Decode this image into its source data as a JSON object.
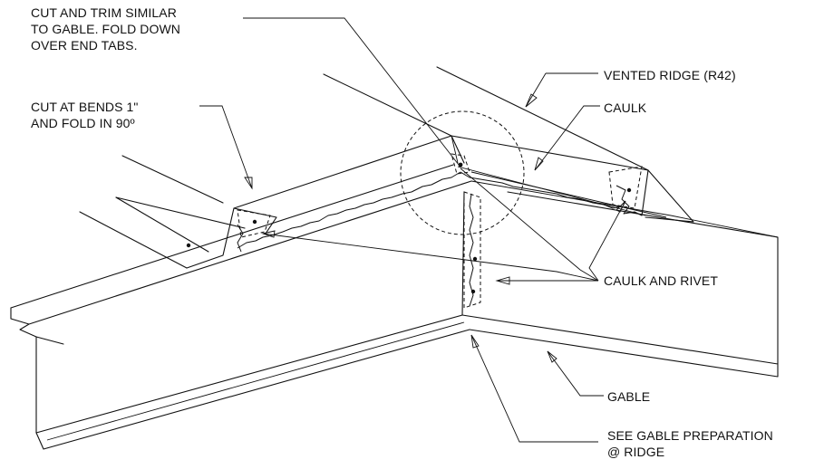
{
  "labels": {
    "cut_and_trim": "CUT AND TRIM SIMILAR\nTO GABLE. FOLD DOWN\nOVER END TABS.",
    "vented_ridge": "VENTED RIDGE (R42)",
    "cut_at_bends": "CUT AT BENDS 1\"\nAND FOLD IN 90º",
    "caulk": "CAULK",
    "caulk_and_rivet": "CAULK AND RIVET",
    "gable": "GABLE",
    "see_gable_prep": "SEE GABLE PREPARATION\n@ RIDGE"
  },
  "colors": {
    "line": "#111111",
    "background": "#ffffff"
  }
}
